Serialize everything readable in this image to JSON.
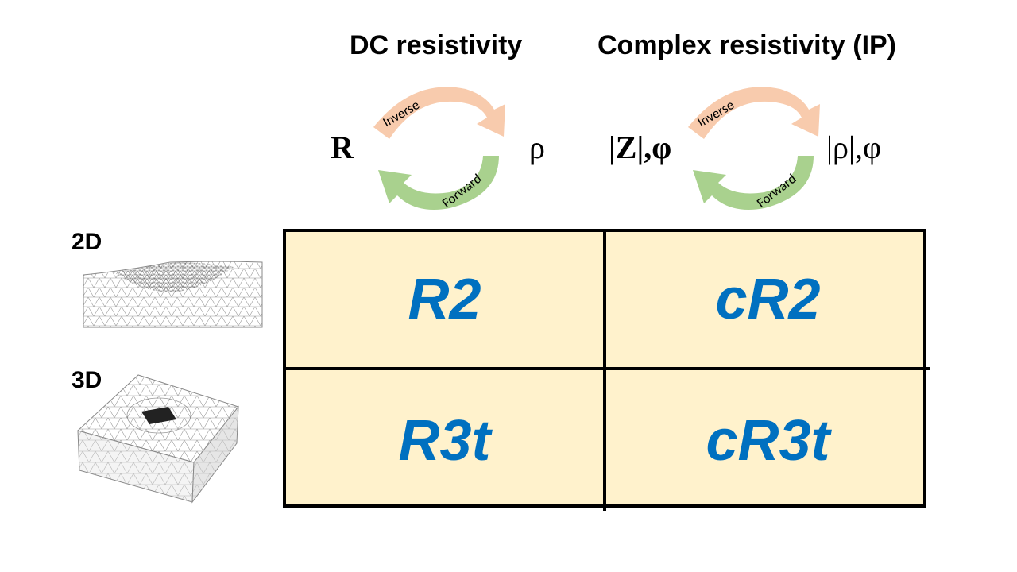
{
  "headings": {
    "dc": "DC resistivity",
    "complex": "Complex resistivity (IP)"
  },
  "symbols": {
    "dc_left": "R",
    "dc_right": "ρ",
    "cx_left": "|Z|,φ",
    "cx_right": "|ρ|,φ"
  },
  "arrows": {
    "inverse": "Inverse",
    "forward": "Forward",
    "inverse_color": "#f8cbad",
    "forward_color": "#a9d18e"
  },
  "dimensions": {
    "two_d": "2D",
    "three_d": "3D"
  },
  "table": {
    "r2": "R2",
    "cr2": "cR2",
    "r3t": "R3t",
    "cr3t": "cR3t",
    "fill_color": "#fff2cc",
    "text_color": "#0070c0"
  }
}
